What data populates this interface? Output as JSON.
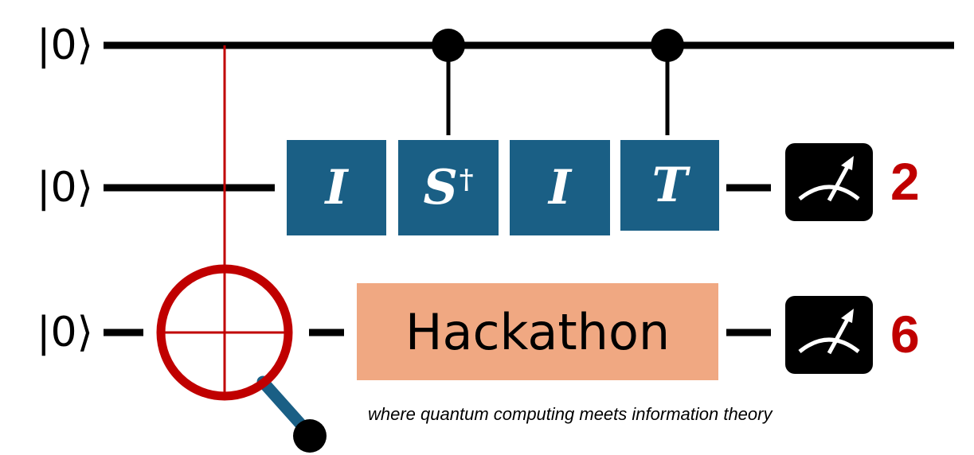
{
  "qubits": [
    {
      "ket": "|0⟩"
    },
    {
      "ket": "|0⟩"
    },
    {
      "ket": "|0⟩"
    }
  ],
  "gates": [
    {
      "label": "I",
      "dagger": ""
    },
    {
      "label": "S",
      "dagger": "†"
    },
    {
      "label": "I",
      "dagger": ""
    },
    {
      "label": "T",
      "dagger": ""
    }
  ],
  "hackathon": {
    "label": "Hackathon"
  },
  "measurements": [
    {
      "result": "2"
    },
    {
      "result": "6"
    }
  ],
  "tagline": "where quantum computing meets information theory",
  "colors": {
    "wire": "#000000",
    "gate_fill": "#1a5f85",
    "gate_text": "#ffffff",
    "hackathon_fill": "#f0a882",
    "cnot": "#c00000",
    "result_text": "#c00000",
    "magnifier_handle": "#1a5f85"
  }
}
